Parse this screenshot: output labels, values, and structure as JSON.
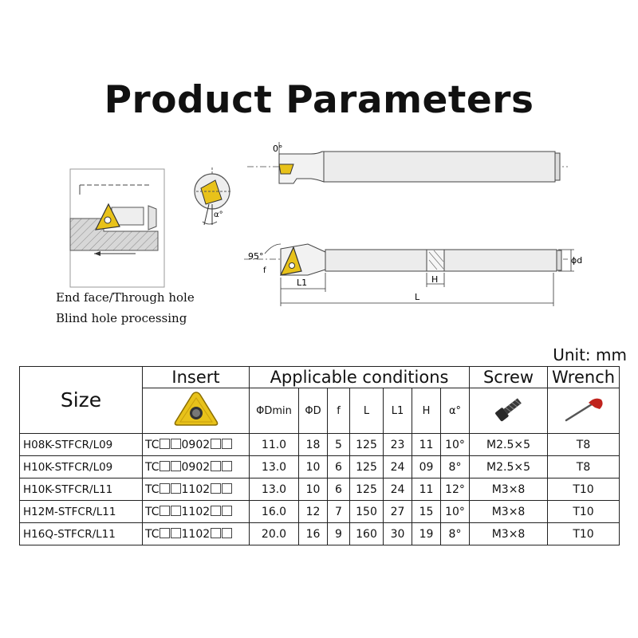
{
  "page": {
    "title": "Product Parameters",
    "captions": [
      "End face/Through hole",
      "Blind hole processing"
    ],
    "unit": "Unit: mm"
  },
  "diagram_labels": {
    "rake_angle": "0°",
    "clearance": "α°",
    "approach_angle": "95°",
    "f": "f",
    "l1": "L1",
    "l": "L",
    "h": "H",
    "d": "ϕd"
  },
  "table": {
    "headers": {
      "size": "Size",
      "insert": "Insert",
      "conditions": "Applicable conditions",
      "screw": "Screw",
      "wrench": "Wrench"
    },
    "subheaders": [
      "ΦDmin",
      "ΦD",
      "f",
      "L",
      "L1",
      "H",
      "α°"
    ],
    "rows": [
      {
        "size": "H08K-STFCR/L09",
        "insert_prefix": "TC",
        "insert_code": "0902",
        "dmin": "11.0",
        "d": "18",
        "f": "5",
        "l": "125",
        "l1": "23",
        "h": "11",
        "alpha": "10°",
        "screw": "M2.5×5",
        "wrench": "T8"
      },
      {
        "size": "H10K-STFCR/L09",
        "insert_prefix": "TC",
        "insert_code": "0902",
        "dmin": "13.0",
        "d": "10",
        "f": "6",
        "l": "125",
        "l1": "24",
        "h": "09",
        "alpha": "8°",
        "screw": "M2.5×5",
        "wrench": "T8"
      },
      {
        "size": "H10K-STFCR/L11",
        "insert_prefix": "TC",
        "insert_code": "1102",
        "dmin": "13.0",
        "d": "10",
        "f": "6",
        "l": "125",
        "l1": "24",
        "h": "11",
        "alpha": "12°",
        "screw": "M3×8",
        "wrench": "T10"
      },
      {
        "size": "H12M-STFCR/L11",
        "insert_prefix": "TC",
        "insert_code": "1102",
        "dmin": "16.0",
        "d": "12",
        "f": "7",
        "l": "150",
        "l1": "27",
        "h": "15",
        "alpha": "10°",
        "screw": "M3×8",
        "wrench": "T10"
      },
      {
        "size": "H16Q-STFCR/L11",
        "insert_prefix": "TC",
        "insert_code": "1102",
        "dmin": "20.0",
        "d": "16",
        "f": "9",
        "l": "160",
        "l1": "30",
        "h": "19",
        "alpha": "8°",
        "screw": "M3×8",
        "wrench": "T10"
      }
    ]
  },
  "colors": {
    "insert_gold": "#e8c21a",
    "wrench_red": "#c0231d",
    "screw_dark": "#2a2a2a",
    "bar_gray": "#ececec"
  }
}
